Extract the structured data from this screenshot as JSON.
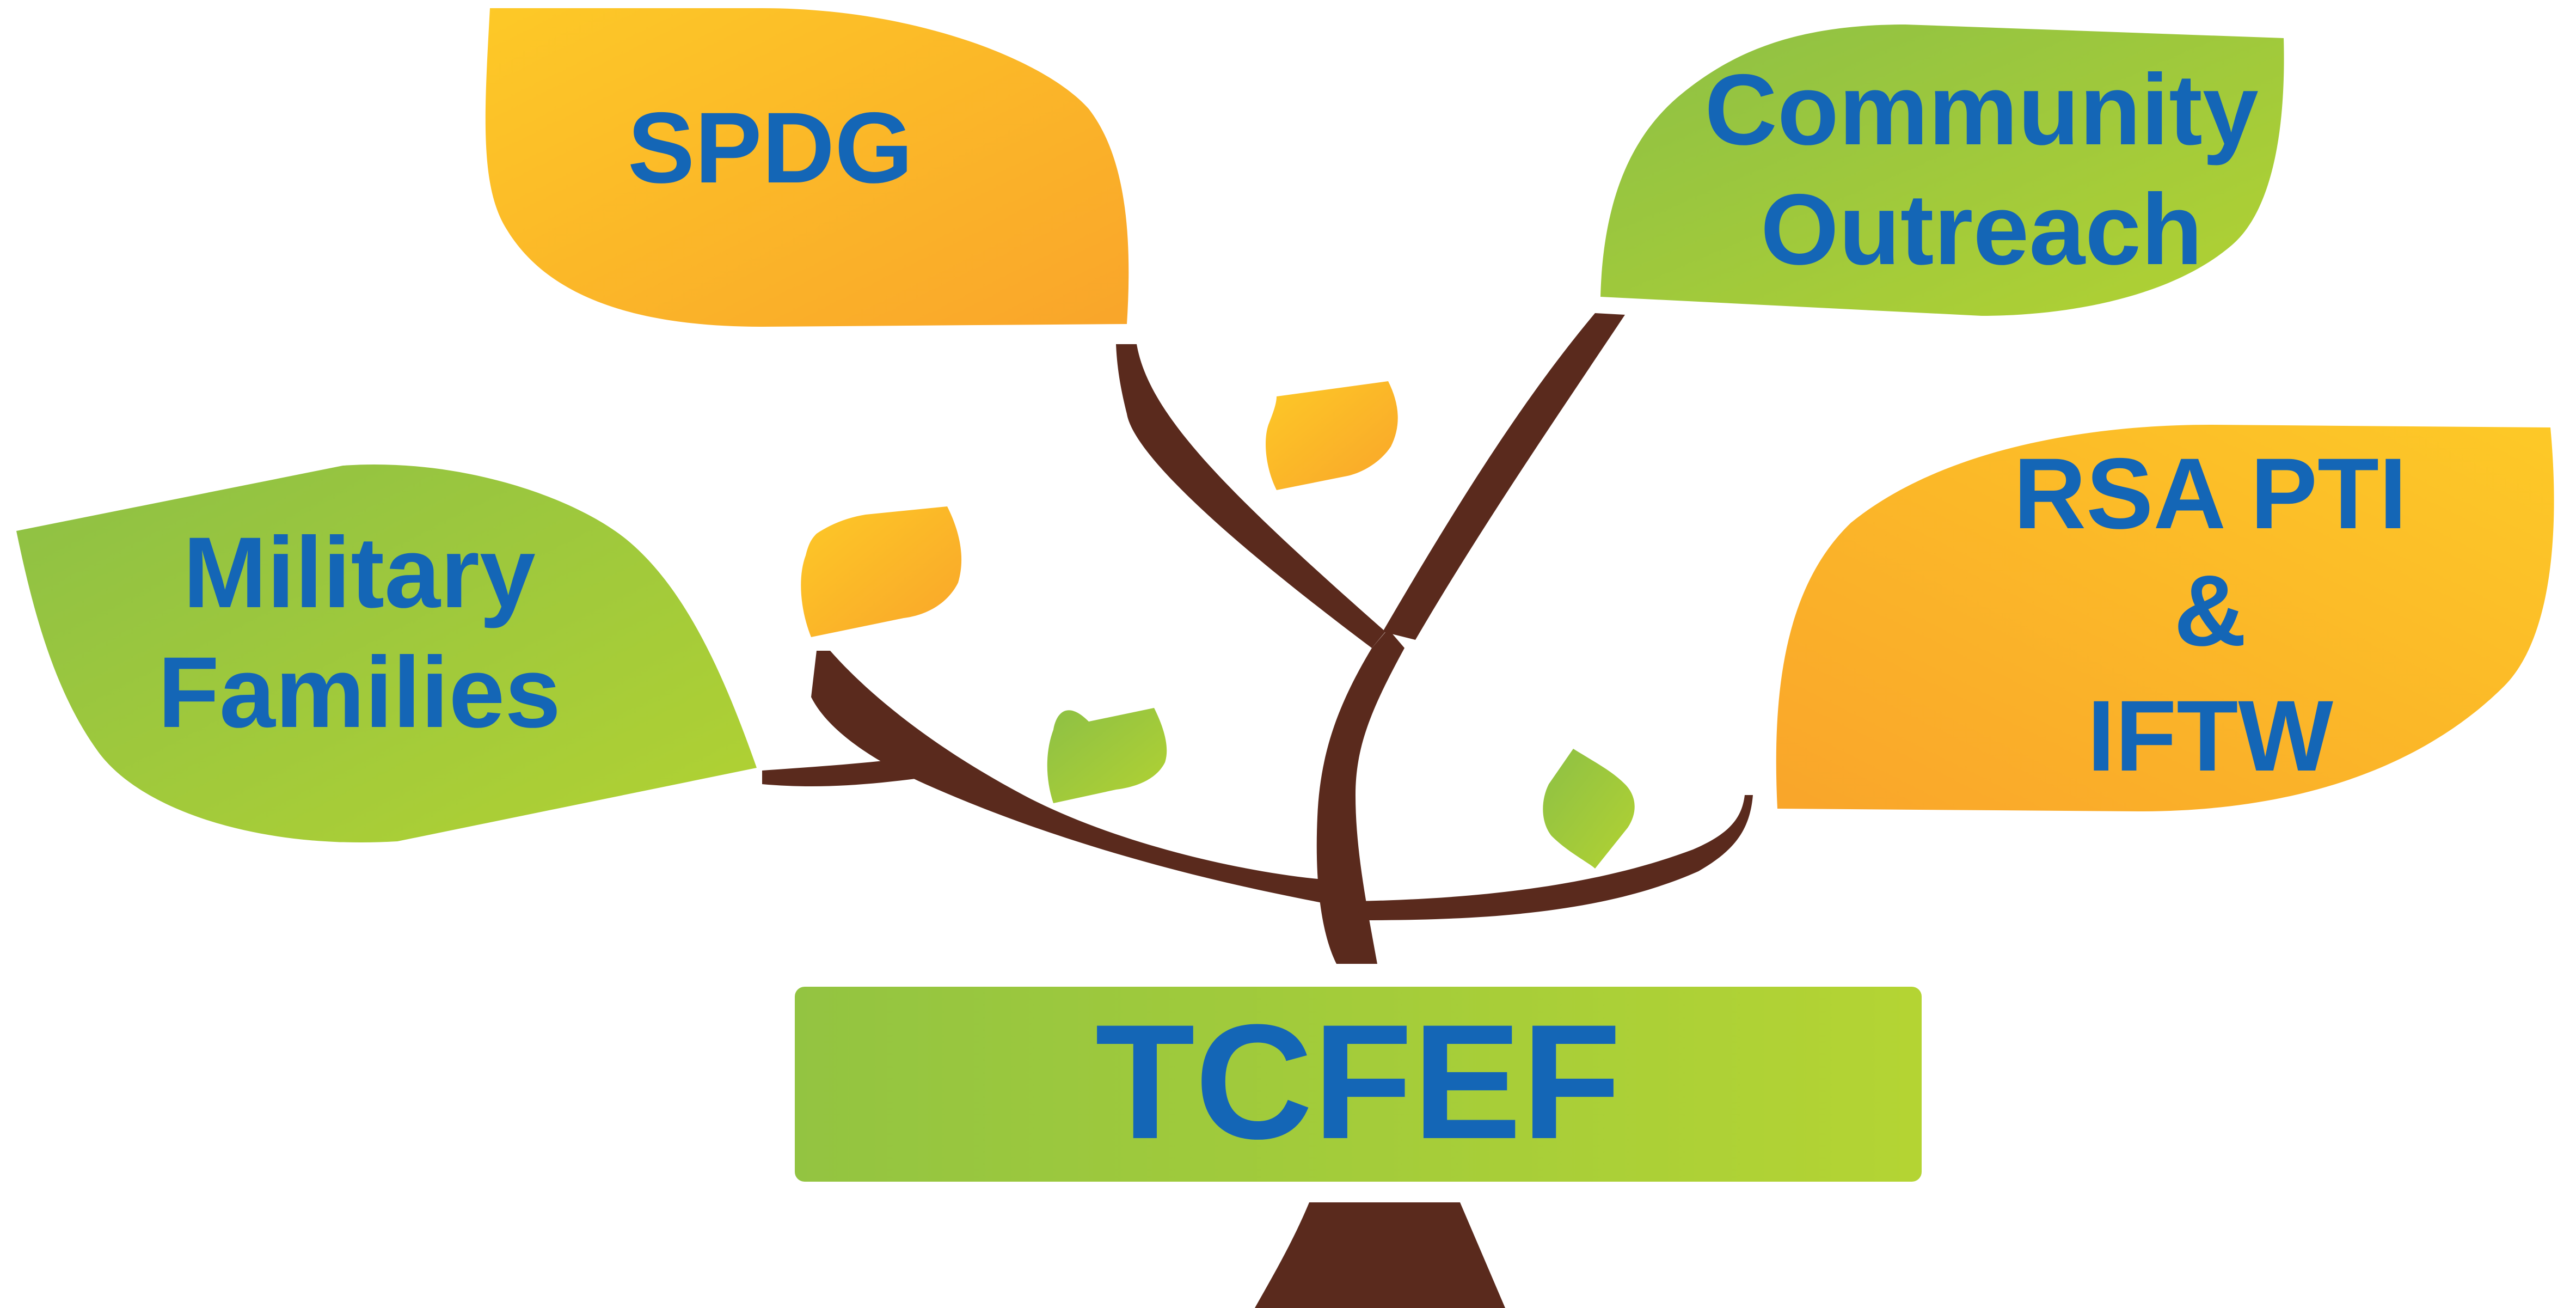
{
  "colors": {
    "text_blue": "#1466b6",
    "trunk_brown": "#5a2a1d",
    "leaf_green": "#9cc63b",
    "leaf_orange": "#f8b424"
  },
  "leaves": {
    "spdg": {
      "line1": "SPDG"
    },
    "community": {
      "line1": "Community",
      "line2": "Outreach"
    },
    "military": {
      "line1": "Military",
      "line2": "Families"
    },
    "rsa": {
      "line1": "RSA PTI",
      "line2": "&",
      "line3": "IFTW"
    }
  },
  "base": {
    "label": "TCFEF"
  }
}
